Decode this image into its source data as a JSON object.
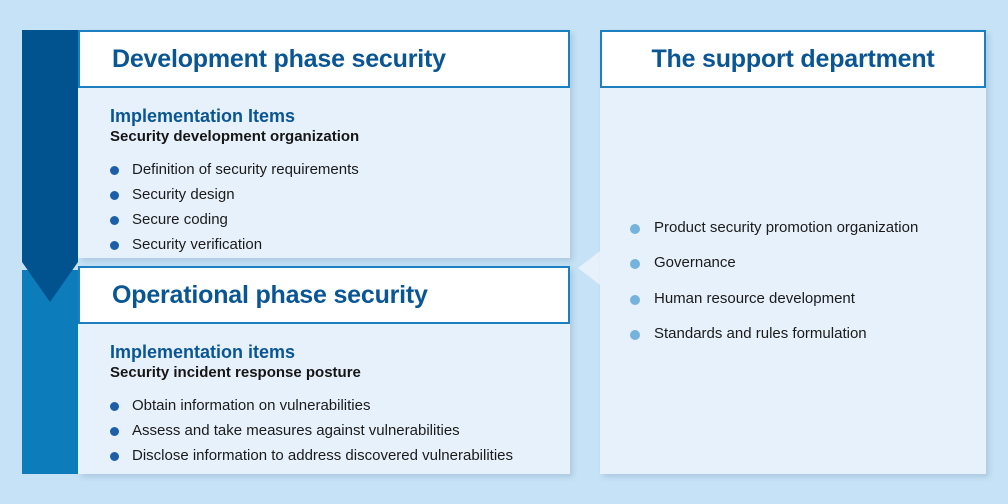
{
  "diagram": {
    "colors": {
      "background": "#c6e2f6",
      "panel_body": "#e7f1fb",
      "border": "#1b7fc0",
      "title_blue": "#0a5694",
      "arrow_dark": "#00538f",
      "arrow_light": "#0d7cbb",
      "bullet_dark": "#1b5fa8",
      "bullet_light": "#74b3dc"
    },
    "left_column": {
      "cards": [
        {
          "header": "Development phase security",
          "section_title": "Implementation Items",
          "section_subtitle": "Security development organization",
          "items": [
            "Definition of security requirements",
            "Security design",
            "Secure coding",
            "Security verification"
          ]
        },
        {
          "header": "Operational phase security",
          "section_title": "Implementation items",
          "section_subtitle": "Security incident response posture",
          "items": [
            "Obtain information on vulnerabilities",
            "Assess and take measures against vulnerabilities",
            "Disclose information to address discovered vulnerabilities"
          ]
        }
      ]
    },
    "right_panel": {
      "header": "The support department",
      "items": [
        "Product security promotion organization",
        "Governance",
        "Human resource development",
        "Standards and rules formulation"
      ]
    }
  }
}
